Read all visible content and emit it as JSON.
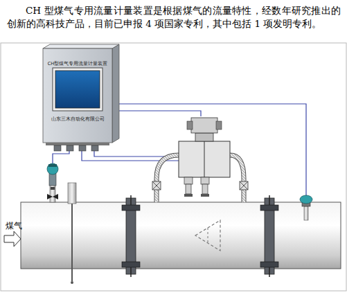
{
  "diagram": {
    "nodes": [
      {
        "text": [
          "CH型煤气专用流量计量装置",
          "山东三木自动化有限公司"
        ]
      }
    ],
    "labels": [
      "CH 型煤气专用流量计量装置是根据煤气的流量特性，经数年研究推出的创新的高科技产品，目前已申报 4 项国家专利，其中包括 1 项发明专利。",
      "煤气"
    ]
  }
}
